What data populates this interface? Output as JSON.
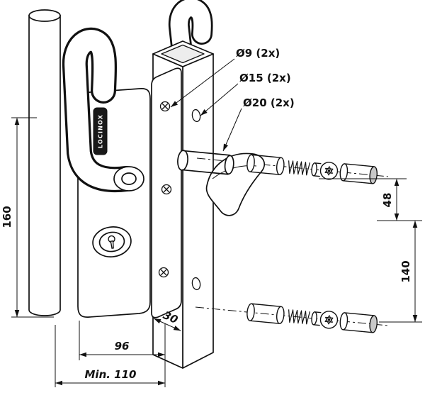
{
  "brand": "LOCINOX",
  "callouts": {
    "hole_9": "Ø9 (2x)",
    "hole_15": "Ø15 (2x)",
    "hole_20": "Ø20 (2x)"
  },
  "dimensions": {
    "height_160": "160",
    "offset_48": "48",
    "spacing_140": "140",
    "tube_30": "30",
    "width_96": "96",
    "min_110": "Min. 110"
  },
  "colors": {
    "line": "#111111",
    "brand_plate": "#191919",
    "sleeve_cap": "#c8c8c8"
  }
}
